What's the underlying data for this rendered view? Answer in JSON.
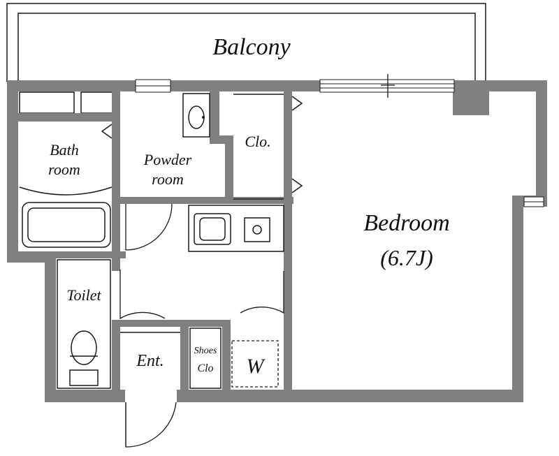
{
  "rooms": {
    "balcony": "Balcony",
    "bath_line1": "Bath",
    "bath_line2": "room",
    "powder_line1": "Powder",
    "powder_line2": "room",
    "closet": "Clo.",
    "bedroom": "Bedroom",
    "bedroom_size": "(6.7J)",
    "toilet": "Toilet",
    "entrance": "Ent.",
    "shoes_line1": "Shoes",
    "shoes_line2": "Clo",
    "washer": "W"
  }
}
